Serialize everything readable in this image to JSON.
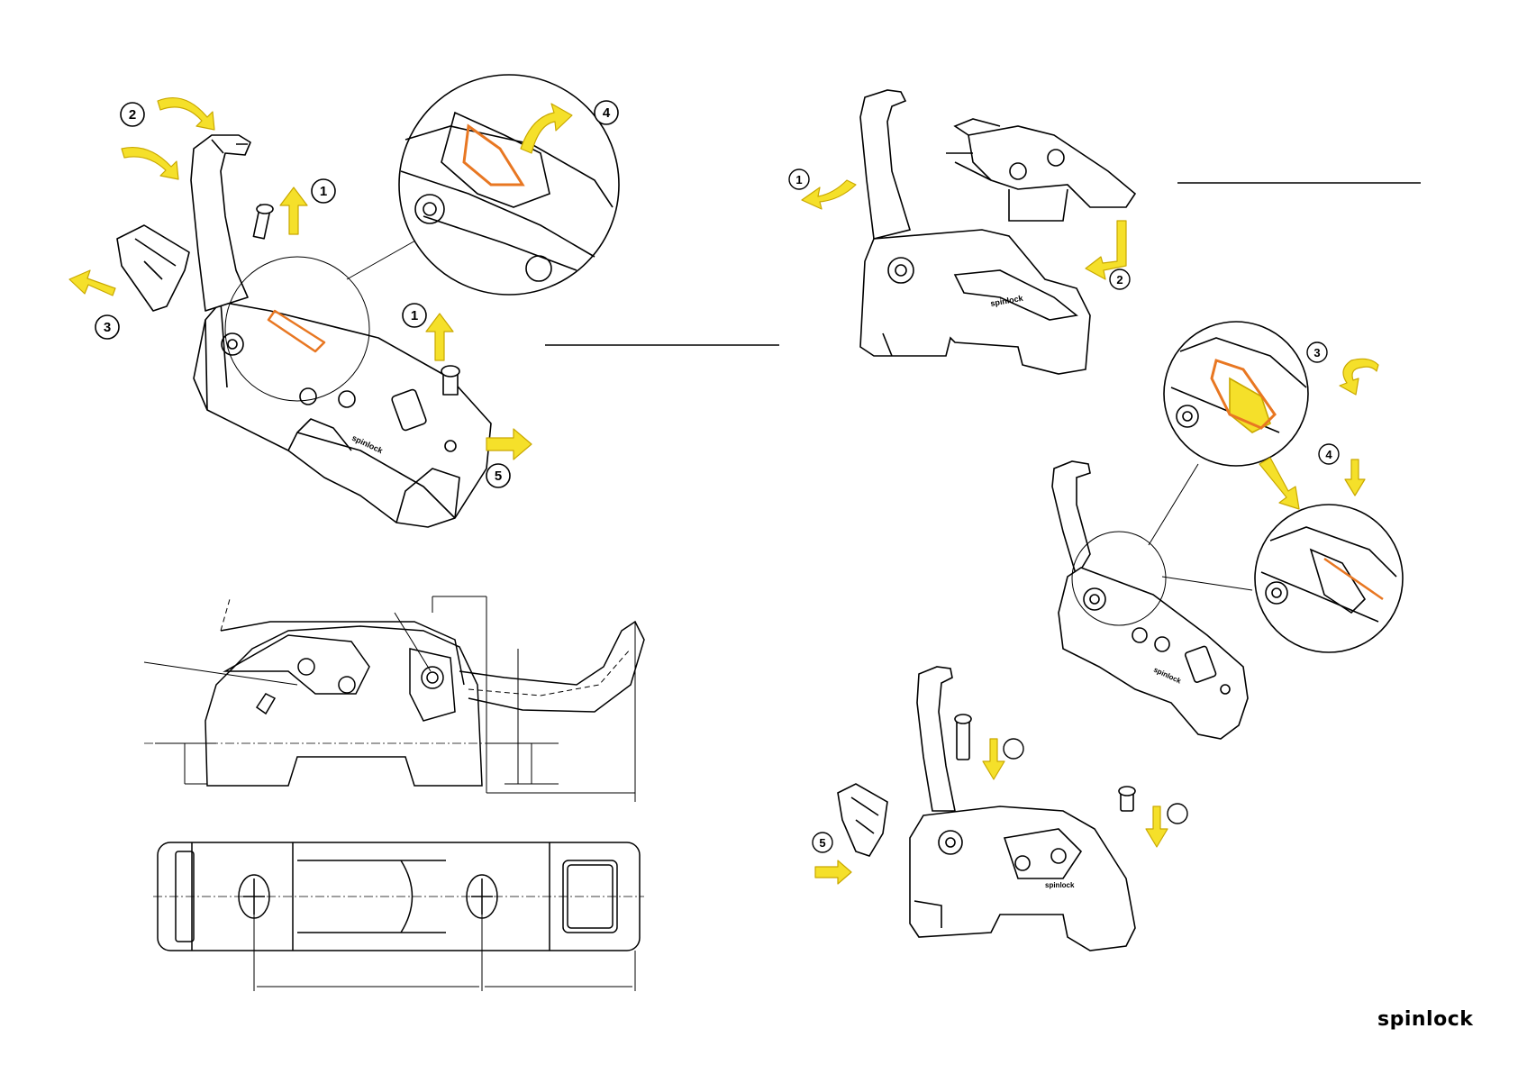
{
  "brand": {
    "logo_text": "spinlock"
  },
  "embossed_text": {
    "left_body": "spinlock",
    "right_top_body": "spinlock",
    "right_mid_body": "spinlock",
    "right_bottom_body": "spinlock"
  },
  "colors": {
    "arrow": "#f5e02a",
    "arrow_stroke": "#c9a800",
    "spring": "#e87722",
    "line": "#000000",
    "step_circle": "#000000"
  },
  "left_panel": {
    "steps": [
      {
        "id": "left-step-2",
        "label": "2"
      },
      {
        "id": "left-step-1a",
        "label": "1"
      },
      {
        "id": "left-step-3",
        "label": "3"
      },
      {
        "id": "left-step-4",
        "label": "4"
      },
      {
        "id": "left-step-1b",
        "label": "1"
      },
      {
        "id": "left-step-5",
        "label": "5"
      }
    ]
  },
  "right_panel": {
    "steps": [
      {
        "id": "right-step-1",
        "label": "1"
      },
      {
        "id": "right-step-2",
        "label": "2"
      },
      {
        "id": "right-step-3",
        "label": "3"
      },
      {
        "id": "right-step-4",
        "label": "4"
      },
      {
        "id": "right-step-5",
        "label": "5"
      },
      {
        "id": "right-step-blank-a",
        "label": ""
      },
      {
        "id": "right-step-blank-b",
        "label": ""
      }
    ]
  }
}
